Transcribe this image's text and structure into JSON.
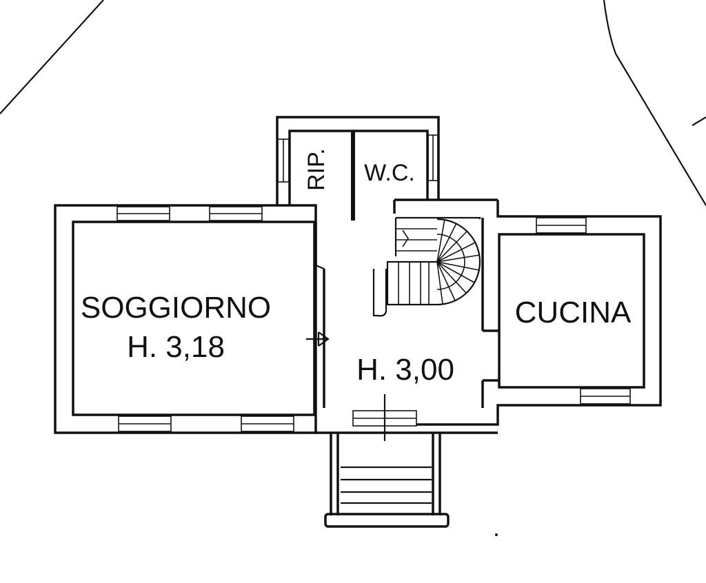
{
  "rooms": {
    "soggiorno": {
      "name": "SOGGIORNO",
      "height": "H. 3,18"
    },
    "cucina": {
      "name": "CUCINA"
    },
    "ripostiglio": {
      "name": "RIP."
    },
    "wc": {
      "name": "W.C."
    },
    "ingresso": {
      "height": "H. 3,00"
    }
  }
}
